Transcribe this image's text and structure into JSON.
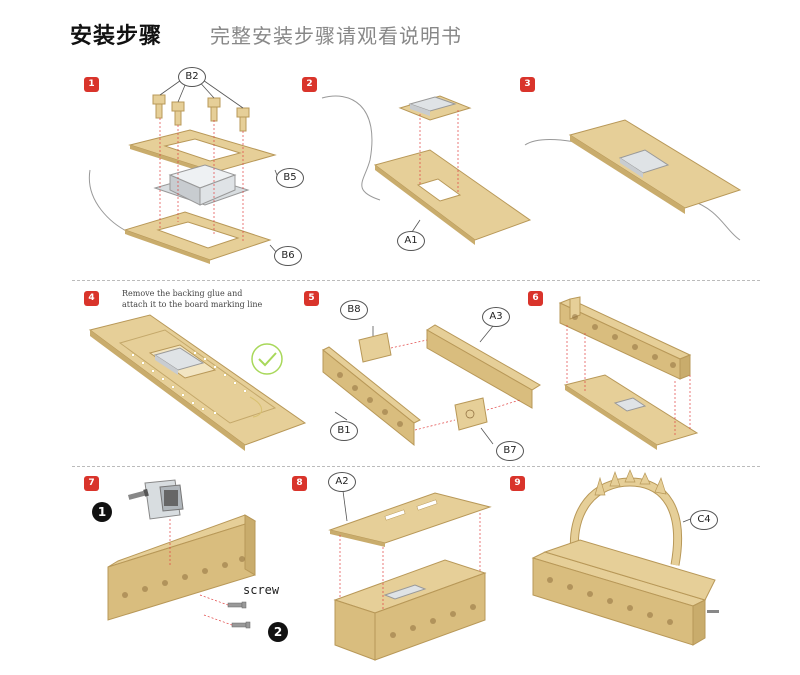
{
  "header": {
    "title": "安装步骤",
    "subtitle": "完整安装步骤请观看说明书"
  },
  "steps": [
    "1",
    "2",
    "3",
    "4",
    "5",
    "6",
    "7",
    "8",
    "9"
  ],
  "parts": {
    "b2": "B2",
    "b5": "B5",
    "b6": "B6",
    "a1": "A1",
    "b8": "B8",
    "a3": "A3",
    "b1": "B1",
    "b7": "B7",
    "a2": "A2",
    "c4": "C4"
  },
  "step4_note": {
    "line1": "Remove the backing glue and",
    "line2": "attach it to the board marking line"
  },
  "step7": {
    "screw_label": "screw",
    "badge1": "1",
    "badge2": "2"
  },
  "colors": {
    "wood": "#e6cf98",
    "wood_edge": "#b89858",
    "step_badge": "#d9342b",
    "guide": "#e04040",
    "check": "#a8d85a"
  }
}
